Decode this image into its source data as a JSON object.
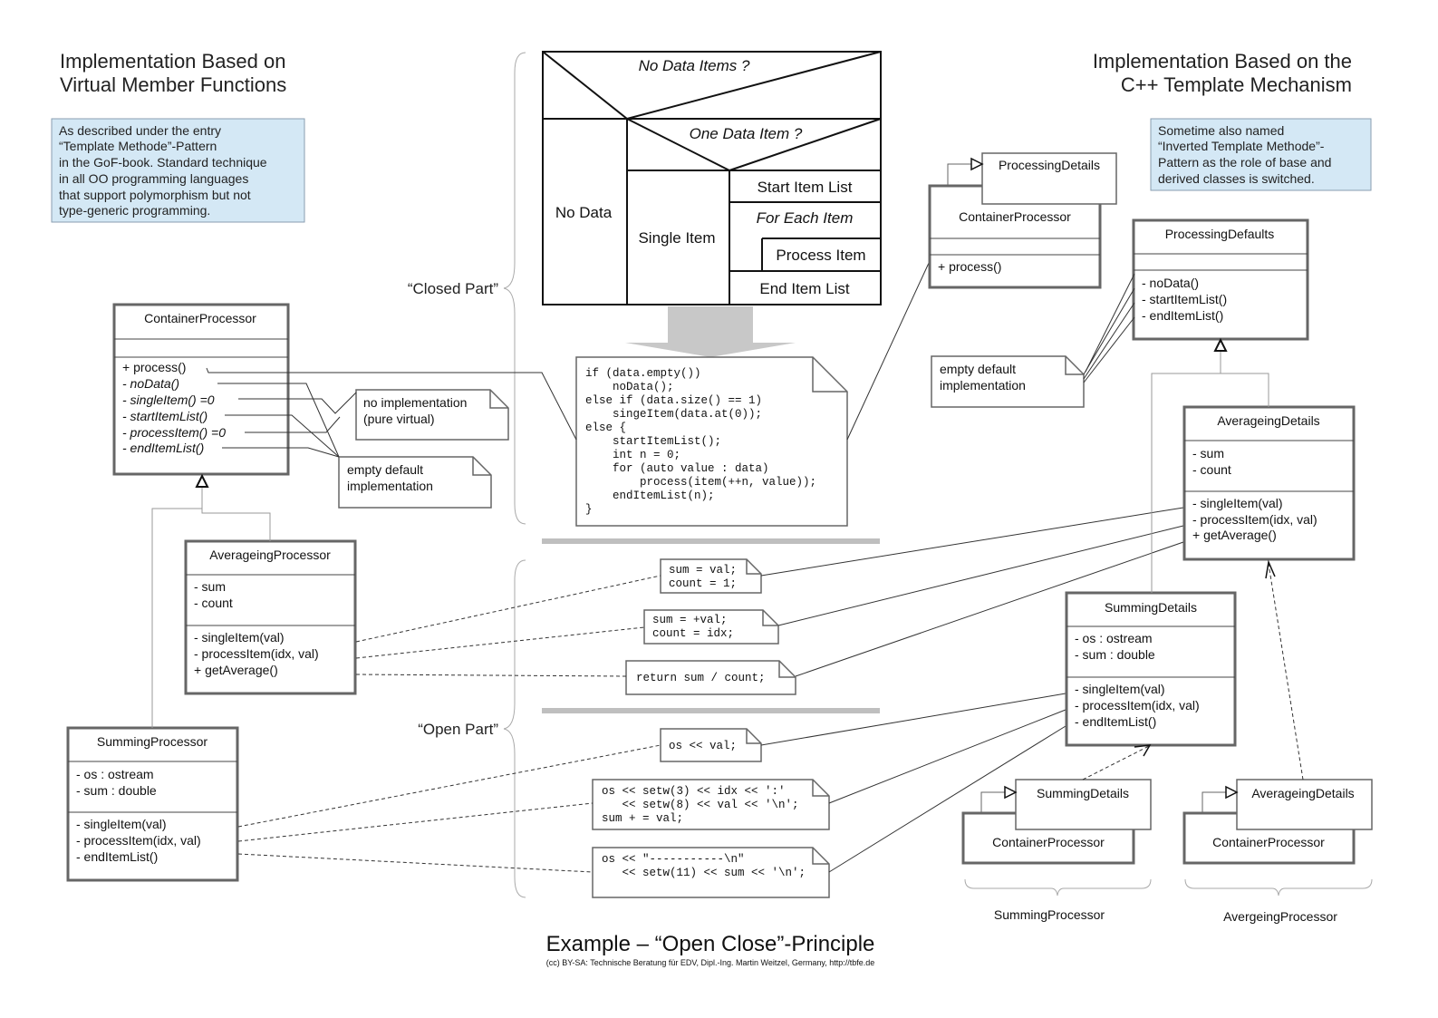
{
  "header_left": [
    "Implementation Based on",
    "Virtual Member Functions"
  ],
  "header_right": [
    "Implementation Based on the",
    "C++ Template Mechanism"
  ],
  "note_left": [
    "As described under the entry",
    "“Template Methode”-Pattern",
    "in the GoF-book. Standard technique",
    "in all OO programming languages",
    "that support polymorphism but not",
    "type-generic programming."
  ],
  "note_right": [
    "Sometime also named",
    "“Inverted Template Methode”-",
    "Pattern as the role of base and",
    "derived classes is switched."
  ],
  "nsd": {
    "q1": "No Data Items ?",
    "q2": "One Data Item ?",
    "no_data": "No Data",
    "single_item": "Single Item",
    "start_list": "Start Item List",
    "for_each": "For Each Item",
    "process_item": "Process Item",
    "end_list": "End Item List"
  },
  "closed_part": "“Closed Part”",
  "open_part": "“Open Part”",
  "code_main": [
    "if (data.empty())",
    "    noData();",
    "else if (data.size() == 1)",
    "    singeItem(data.at(0));",
    "else {",
    "    startItemList();",
    "    int n = 0;",
    "    for (auto value : data)",
    "        process(item(++n, value));",
    "    endItemList(n);",
    "}"
  ],
  "left_cp": {
    "name": "ContainerProcessor",
    "ops": [
      "+ process()",
      "- noData()",
      "- singleItem() =0",
      "- startItemList()",
      "- processItem() =0",
      "- endItemList()"
    ]
  },
  "note_pure": [
    "no implementation",
    "(pure virtual)"
  ],
  "note_empty": [
    "empty default",
    "implementation"
  ],
  "left_avg": {
    "name": "AverageingProcessor",
    "attrs": [
      "- sum",
      "- count"
    ],
    "ops": [
      "- singleItem(val)",
      "- processItem(idx, val)",
      "+ getAverage()"
    ]
  },
  "left_sum": {
    "name": "SummingProcessor",
    "attrs": [
      "- os : ostream",
      "- sum : double"
    ],
    "ops": [
      "- singleItem(val)",
      "- processItem(idx, val)",
      "- endItemList()"
    ]
  },
  "code_avg1": [
    "sum = val;",
    "count = 1;"
  ],
  "code_avg2": [
    "sum = +val;",
    "count = idx;"
  ],
  "code_avg3": [
    "return sum / count;"
  ],
  "code_sum1": [
    "os << val;"
  ],
  "code_sum2": [
    "os << setw(3) << idx << ':'",
    "   << setw(8) << val << '\\n';",
    "sum + = val;"
  ],
  "code_sum3": [
    "os << \"-----------\\n\"",
    "   << setw(11) << sum << '\\n';"
  ],
  "right_cp": {
    "name": "ContainerProcessor",
    "param": "ProcessingDetails",
    "ops": [
      "+ process()"
    ]
  },
  "right_defaults": {
    "name": "ProcessingDefaults",
    "ops": [
      "- noData()",
      "- startItemList()",
      "- endItemList()"
    ]
  },
  "note_empty_right": [
    "empty default",
    "implementation"
  ],
  "right_avg": {
    "name": "AverageingDetails",
    "attrs": [
      "- sum",
      "- count"
    ],
    "ops": [
      "- singleItem(val)",
      "- processItem(idx, val)",
      "+ getAverage()"
    ]
  },
  "right_sum": {
    "name": "SummingDetails",
    "attrs": [
      "- os : ostream",
      "- sum : double"
    ],
    "ops": [
      "- singleItem(val)",
      "- processItem(idx, val)",
      "- endItemList()"
    ]
  },
  "bind_sum": {
    "name": "ContainerProcessor",
    "param": "SummingDetails",
    "label": "SummingProcessor"
  },
  "bind_avg": {
    "name": "ContainerProcessor",
    "param": "AverageingDetails",
    "label": "AvergeingProcessor"
  },
  "footer_title": "Example – “Open Close”-Principle",
  "footer_credit": "(cc) BY-SA: Technische Beratung für EDV, Dipl.-Ing. Martin Weitzel, Germany, http://tbfe.de",
  "colors": {
    "note_fill": "#d4e8f5",
    "note_stroke": "#8a9eb0",
    "gray": "#bfbfbf",
    "stroke": "#555555"
  }
}
